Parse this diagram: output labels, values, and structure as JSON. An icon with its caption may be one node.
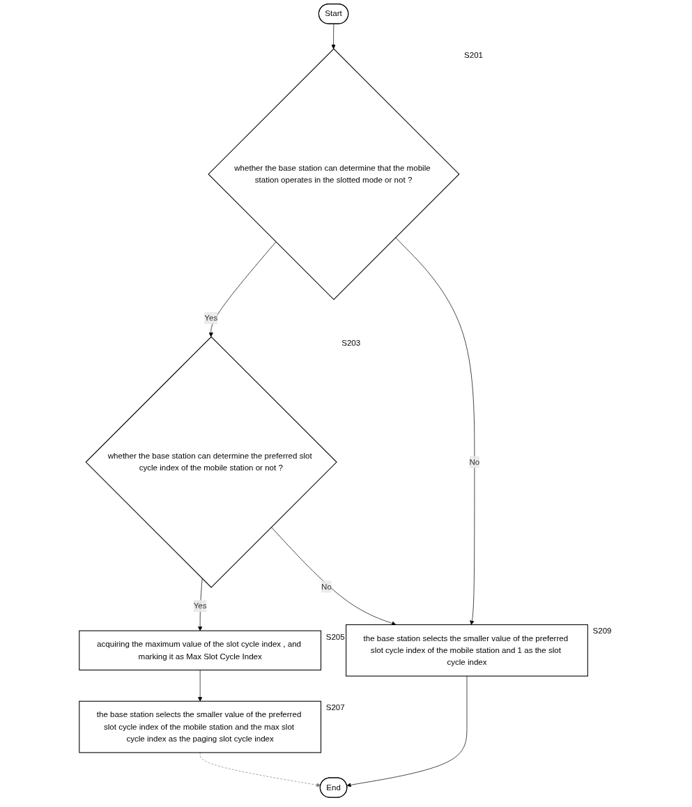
{
  "diagram": {
    "nodes": [
      {
        "text": [
          "Start"
        ]
      },
      {
        "text": [
          "whether the base station can determine that the mobile station operates in the slotted mode or not ?"
        ],
        "beside": [
          "S201"
        ]
      },
      {
        "text": [
          "whether the base station can determine the preferred slot cycle index of the mobile station or not ?"
        ],
        "beside": [
          "S203"
        ]
      },
      {
        "text": [
          "acquiring the maximum value of the slot cycle index , and marking it as Max Slot Cycle Index"
        ],
        "beside": [
          "S205"
        ]
      },
      {
        "text": [
          "the base station selects the smaller value of the preferred slot cycle index of the mobile station and the max slot cycle index as the paging slot cycle index"
        ],
        "beside": [
          "S207"
        ]
      },
      {
        "text": [
          "the base station selects the smaller value of the preferred slot cycle index of the mobile station and 1 as the slot cycle index"
        ],
        "beside": [
          "S209"
        ]
      },
      {
        "text": [
          "End"
        ]
      }
    ],
    "edges": [
      {
        "from": 0,
        "to": 1,
        "arrow": "to"
      },
      {
        "from": 1,
        "to": 2,
        "arrow": "to",
        "label": "Yes"
      },
      {
        "from": 1,
        "to": 5,
        "arrow": "to",
        "label": "No"
      },
      {
        "from": 2,
        "to": 3,
        "arrow": "to",
        "label": "Yes"
      },
      {
        "from": 2,
        "to": 5,
        "arrow": "to",
        "label": "No"
      },
      {
        "from": 3,
        "to": 4,
        "arrow": "to"
      },
      {
        "from": 4,
        "to": 6,
        "arrow": "to",
        "style": "dashed",
        "color": "#808080"
      },
      {
        "from": 5,
        "to": 6,
        "arrow": "to"
      }
    ]
  }
}
